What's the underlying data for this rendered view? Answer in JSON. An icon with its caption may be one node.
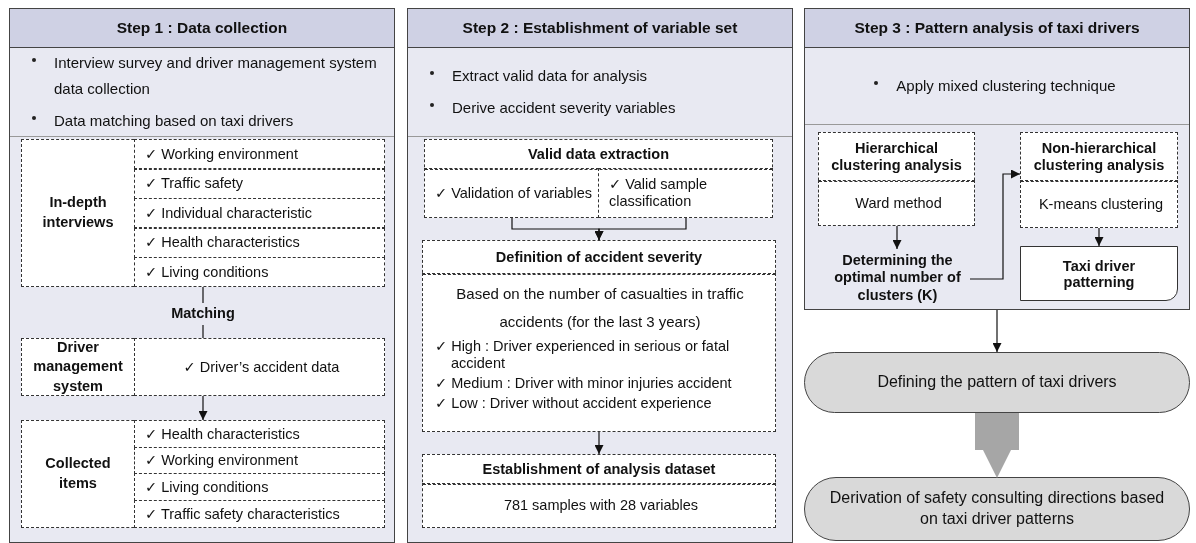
{
  "diagram": {
    "nodes": [
      {
        "text": [
          "Step 1 : Data collection",
          "Interview survey and driver management system data collection",
          "Data matching based on taxi drivers"
        ]
      },
      {
        "text": [
          "In-depth interviews"
        ],
        "in": 0
      },
      {
        "text": [
          "✓ Working environment"
        ],
        "in": 1
      },
      {
        "text": [
          "✓ Traffic safety"
        ],
        "in": 1
      },
      {
        "text": [
          "✓ Individual characteristic"
        ],
        "in": 1
      },
      {
        "text": [
          "✓ Health characteristics"
        ],
        "in": 1
      },
      {
        "text": [
          "✓ Living conditions"
        ],
        "in": 1
      },
      {
        "text": [
          "Matching"
        ],
        "in": 0
      },
      {
        "text": [
          "Driver management system"
        ],
        "in": 0
      },
      {
        "text": [
          "✓ Driver’s accident data"
        ],
        "in": 8
      },
      {
        "text": [
          "Collected items"
        ],
        "in": 0
      },
      {
        "text": [
          "✓ Health characteristics"
        ],
        "in": 10
      },
      {
        "text": [
          "✓ Working environment"
        ],
        "in": 10
      },
      {
        "text": [
          "✓ Living conditions"
        ],
        "in": 10
      },
      {
        "text": [
          "✓ Traffic safety characteristics"
        ],
        "in": 10
      },
      {
        "text": [
          "Step 2 : Establishment of variable set",
          "Extract valid data for analysis",
          "Derive accident severity variables"
        ]
      },
      {
        "text": [
          "Valid data extraction"
        ],
        "in": 15
      },
      {
        "text": [
          "✓ Validation of variables"
        ],
        "in": 16
      },
      {
        "text": [
          "✓ Valid sample classification"
        ],
        "in": 16
      },
      {
        "text": [
          "Definition of accident severity"
        ],
        "in": 15
      },
      {
        "text": [
          "Based on the number of casualties in traffic accidents (for the last 3 years)",
          "✓ High : Driver experienced in serious or fatal accident",
          "✓ Medium : Driver with minor injuries accident",
          "✓ Low : Driver without accident experience"
        ],
        "in": 19
      },
      {
        "text": [
          "Establishment of analysis dataset"
        ],
        "in": 15
      },
      {
        "text": [
          "781 samples with 28 variables"
        ],
        "in": 21
      },
      {
        "text": [
          "Step 3 : Pattern analysis of taxi drivers",
          "Apply mixed clustering technique"
        ]
      },
      {
        "text": [
          "Hierarchical clustering analysis"
        ],
        "in": 23
      },
      {
        "text": [
          "Ward method"
        ],
        "in": 24
      },
      {
        "text": [
          "Determining the optimal number of clusters (K)"
        ],
        "in": 23
      },
      {
        "text": [
          "Non-hierarchical clustering analysis"
        ],
        "in": 23
      },
      {
        "text": [
          "K-means clustering"
        ],
        "in": 27
      },
      {
        "text": [
          "Taxi driver patterning"
        ],
        "in": 23
      },
      {
        "text": [
          "Defining the pattern of taxi drivers"
        ]
      },
      {
        "text": [
          "Derivation of safety consulting directions based on taxi driver patterns"
        ]
      }
    ],
    "edges": [
      {
        "from": 1,
        "to": 7,
        "arrow": "none"
      },
      {
        "from": 7,
        "to": 8,
        "arrow": "none"
      },
      {
        "from": 8,
        "to": 10,
        "arrow": "to"
      },
      {
        "from": 17,
        "to": 19,
        "arrow": "to"
      },
      {
        "from": 18,
        "to": 19,
        "arrow": "to"
      },
      {
        "from": 19,
        "to": 21,
        "arrow": "to"
      },
      {
        "from": 24,
        "to": 26,
        "arrow": "to"
      },
      {
        "from": 26,
        "to": 27,
        "arrow": "to"
      },
      {
        "from": 27,
        "to": 29,
        "arrow": "to"
      },
      {
        "from": 23,
        "to": 30,
        "arrow": "to"
      },
      {
        "from": 30,
        "to": 31,
        "arrow": "to",
        "style": "thick",
        "color": "#a6a6a6"
      }
    ]
  }
}
